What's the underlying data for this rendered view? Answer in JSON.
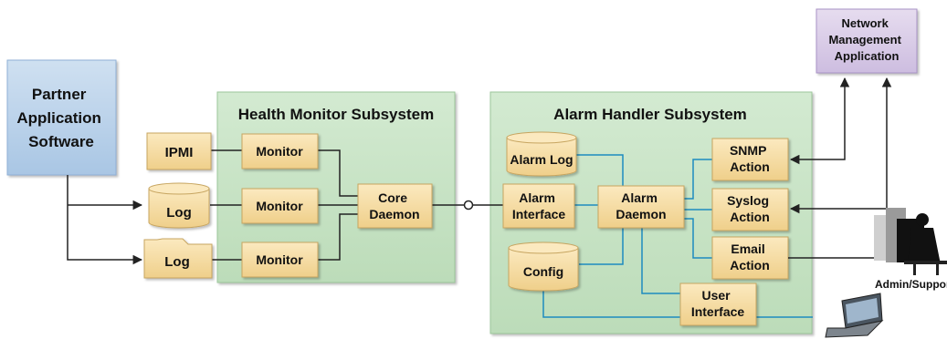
{
  "partner": {
    "lines": [
      "Partner",
      "Application",
      "Software"
    ]
  },
  "health_monitor": {
    "title": "Health Monitor Subsystem",
    "ipmi": "IPMI",
    "log_db": "Log",
    "log_folder": "Log",
    "monitor_1": "Monitor",
    "monitor_2": "Monitor",
    "monitor_3": "Monitor",
    "core_daemon": [
      "Core",
      "Daemon"
    ]
  },
  "alarm_handler": {
    "title": "Alarm Handler Subsystem",
    "alarm_log": "Alarm Log",
    "config": "Config",
    "alarm_interface": [
      "Alarm",
      "Interface"
    ],
    "alarm_daemon": [
      "Alarm",
      "Daemon"
    ],
    "snmp_action": [
      "SNMP",
      "Action"
    ],
    "syslog_action": [
      "Syslog",
      "Action"
    ],
    "email_action": [
      "Email",
      "Action"
    ],
    "user_interface": [
      "User",
      "Interface"
    ]
  },
  "network_mgmt": {
    "lines": [
      "Network",
      "Management",
      "Application"
    ]
  },
  "admin_label": "Admin/Support",
  "colors": {
    "partner_box": "#bcd3ea",
    "subsystem_bg": "#c8e3c6",
    "component_box": "#f7dfa9",
    "network_box": "#d9cbe6",
    "cyan_line": "#1d8bbf"
  }
}
